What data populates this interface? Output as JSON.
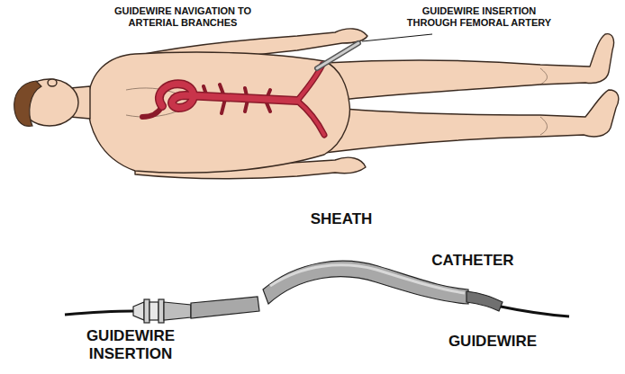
{
  "diagram": {
    "labels": [
      "GUIDEWIRE NAVIGATION TO ARTERIAL BRANCHES",
      "GUIDEWIRE INSERTION THROUGH FEMORAL ARTERY",
      "SHEATH",
      "CATHETER",
      "GUIDEWIRE INSERTION",
      "GUIDEWIRE"
    ]
  }
}
